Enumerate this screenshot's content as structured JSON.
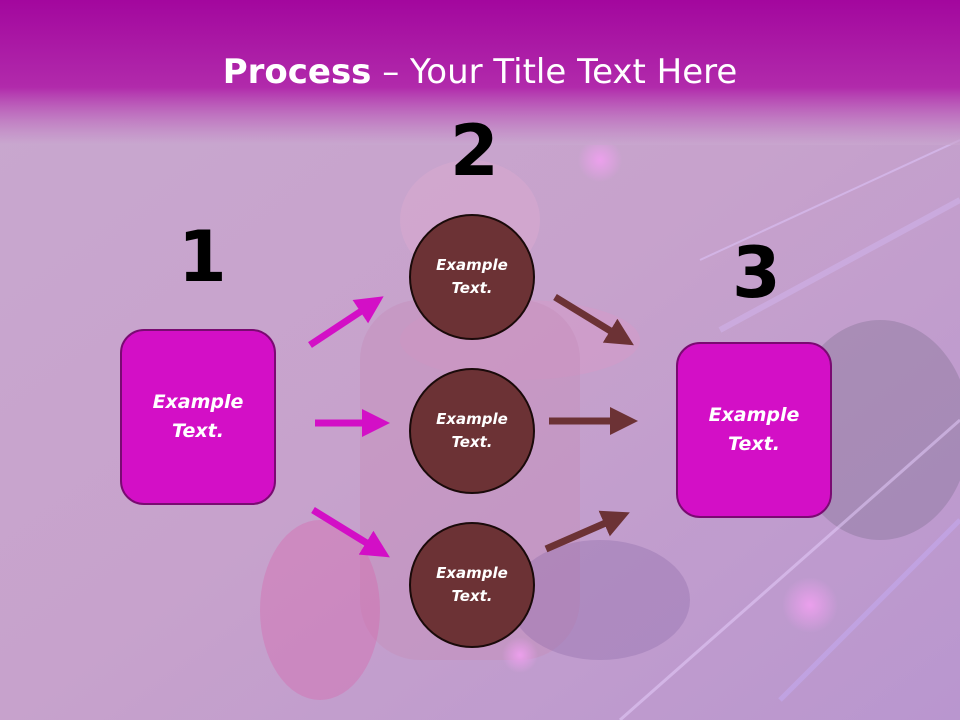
{
  "title": {
    "bold": "Process",
    "rest": " – Your Title Text Here"
  },
  "steps": {
    "one": "1",
    "two": "2",
    "three": "3"
  },
  "left_box": "Example Text.",
  "right_box": "Example Text.",
  "circles": [
    "Example Text.",
    "Example Text.",
    "Example Text."
  ],
  "colors": {
    "magenta": "#d30fc6",
    "brown": "#6c3235",
    "title_bar": "#a3079e"
  }
}
